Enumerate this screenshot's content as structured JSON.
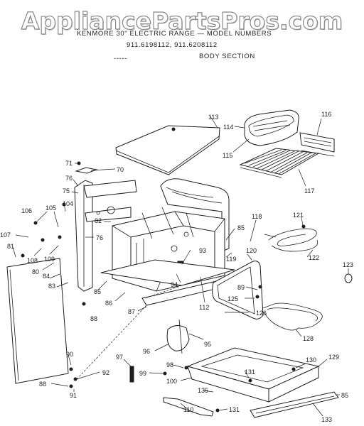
{
  "watermark": "AppliancePartsPros.com",
  "header": {
    "title": "KENMORE 30\" ELECTRIC RANGE — MODEL NUMBERS",
    "models": "911.6198112, 911.6208112",
    "dash": "-----",
    "section": "BODY SECTION"
  },
  "callouts": {
    "c113": "113",
    "c114": "114",
    "c115": "115",
    "c116": "116",
    "c117": "117",
    "c71": "71",
    "c70": "70",
    "c76a": "76",
    "c75": "75",
    "c105": "105",
    "c104": "104",
    "c106": "106",
    "c82": "82",
    "c107": "107",
    "c76b": "76",
    "c81": "81",
    "c108": "108",
    "c109": "109",
    "c80": "80",
    "c84": "84",
    "c83": "83",
    "c85a": "85",
    "c86": "86",
    "c88a": "88",
    "c87": "87",
    "c93": "93",
    "c94": "94",
    "c112": "112",
    "c118": "118",
    "c85b": "85",
    "c121": "121",
    "c120": "120",
    "c119": "119",
    "c122": "122",
    "c123": "123",
    "c89": "89",
    "c125": "125",
    "c126": "126",
    "c128": "128",
    "c95": "95",
    "c96": "96",
    "c97": "97",
    "c90": "90",
    "c92": "92",
    "c88b": "88",
    "c91": "91",
    "c98": "98",
    "c99": "99",
    "c100": "100",
    "c131a": "131",
    "c130": "130",
    "c129": "129",
    "c135": "135",
    "c85c": "85",
    "c110": "110",
    "c131b": "131",
    "c133": "133"
  }
}
